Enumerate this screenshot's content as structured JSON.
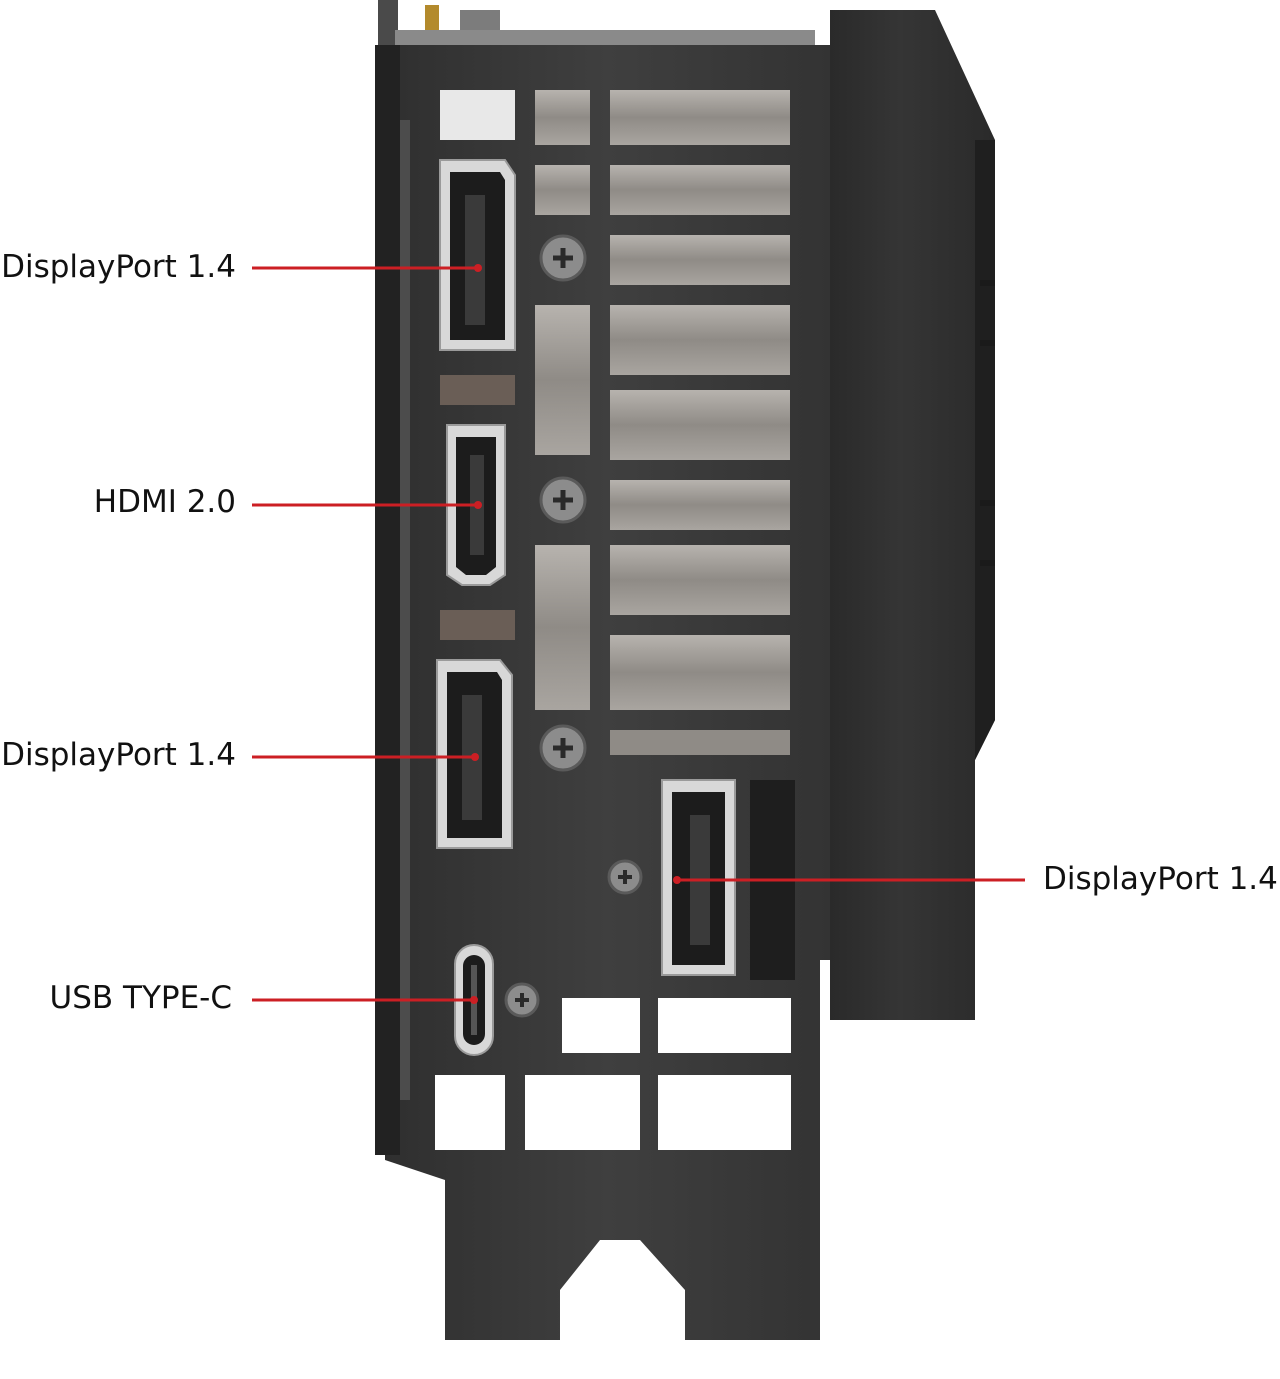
{
  "labels": {
    "dp_top": "DisplayPort 1.4",
    "hdmi": "HDMI 2.0",
    "dp_middle": "DisplayPort 1.4",
    "dp_right": "DisplayPort 1.4",
    "usb_c": "USB TYPE-C"
  },
  "colors": {
    "background": "#ffffff",
    "bracket": "#3a3a3a",
    "bracket_dark": "#262626",
    "shroud": "#2e2e2e",
    "heatsink": "#9a9692",
    "port_frame": "#dcdcdc",
    "leader_line": "#cc1f24",
    "text": "#111111"
  }
}
